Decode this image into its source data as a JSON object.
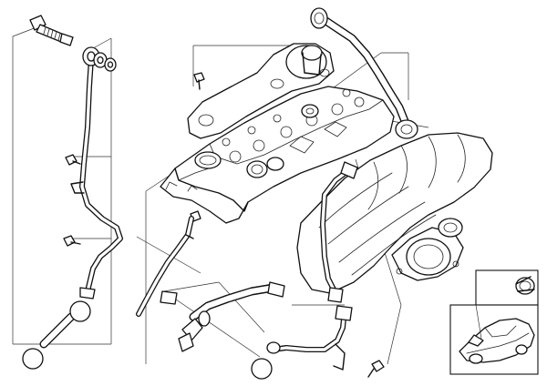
{
  "diagram": {
    "kind": "exploded-parts-view",
    "assembly_parts": [
      "bolt",
      "oil-dipstick-guide-tube",
      "washer",
      "hex-bolt",
      "cylinder-head-cover",
      "breather-valve-cap",
      "breather-hose",
      "intake-manifold",
      "vacuum-hose",
      "crankcase-vent-pipe",
      "connecting-pipe",
      "hose-clamp",
      "seal-ring"
    ],
    "inset_views": [
      "hose-clamp-detail",
      "vehicle-silhouette"
    ],
    "ink_color": "#111111",
    "background_color": "#ffffff"
  }
}
